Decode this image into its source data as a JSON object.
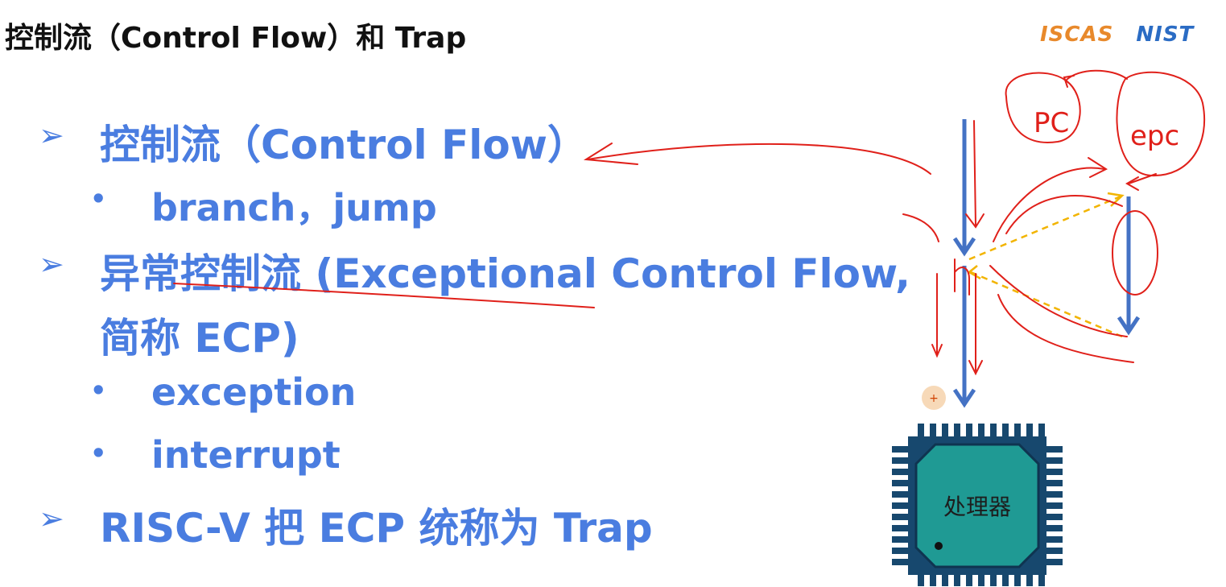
{
  "slide": {
    "title": "控制流（Control Flow）和 Trap"
  },
  "logo": {
    "left_text": "ISCAS",
    "right_text": "NIST"
  },
  "bullets": [
    {
      "level": 1,
      "text": "控制流（Control Flow）"
    },
    {
      "level": 2,
      "text": "branch，jump"
    },
    {
      "level": 1,
      "text": "异常控制流 (Exceptional Control Flow,"
    },
    {
      "level": 1,
      "text": "简称 ECP)"
    },
    {
      "level": 2,
      "text": "exception"
    },
    {
      "level": 2,
      "text": "interrupt"
    },
    {
      "level": 1,
      "text": "RISC-V 把 ECP 统称为 Trap"
    }
  ],
  "handwriting": {
    "circle_left": "PC",
    "circle_right": "epc"
  },
  "diagram": {
    "chip_label": "处理器",
    "cursor_glyph": "+"
  },
  "colors": {
    "bullet_text": "#4a7de0",
    "flow_arrow": "#4472c4",
    "annotation_red": "#e0201a",
    "dashed_arrow": "#f2b400",
    "chip_body": "#1f9a94",
    "chip_frame": "#17486e"
  }
}
